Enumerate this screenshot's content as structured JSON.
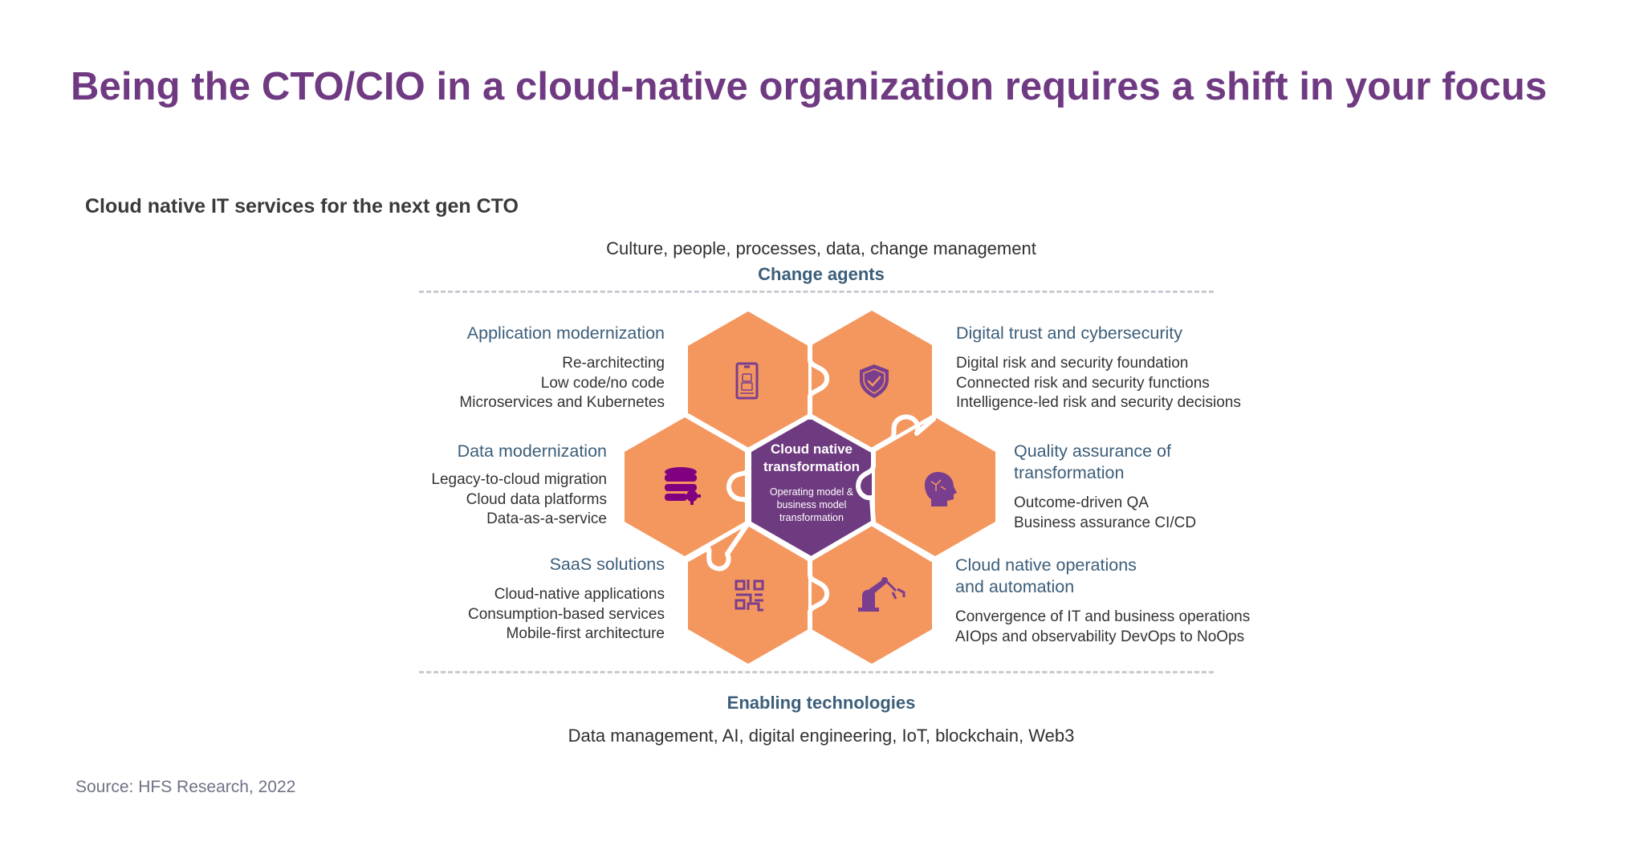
{
  "title": "Being the CTO/CIO in a cloud-native organization requires a shift in your focus",
  "subtitle": "Cloud native IT services for the next gen CTO",
  "top": {
    "description": "Culture, people, processes, data, change management",
    "label": "Change agents"
  },
  "bottom": {
    "label": "Enabling technologies",
    "description": "Data management, AI, digital engineering, IoT, blockchain, Web3"
  },
  "center": {
    "title_line1": "Cloud native",
    "title_line2": "transformation",
    "sub_line1": "Operating model &",
    "sub_line2": "business model",
    "sub_line3": "transformation"
  },
  "segments": [
    {
      "heading": "Application modernization",
      "items": [
        "Re-architecting",
        "Low code/no code",
        "Microservices and Kubernetes"
      ],
      "icon": "mobile-robot-icon"
    },
    {
      "heading": "Digital trust and cybersecurity",
      "items": [
        "Digital risk and security foundation",
        "Connected risk and security functions",
        "Intelligence-led risk and security decisions"
      ],
      "icon": "shield-check-icon"
    },
    {
      "heading": "Data modernization",
      "items": [
        "Legacy-to-cloud migration",
        "Cloud data platforms",
        "Data-as-a-service"
      ],
      "icon": "database-gear-icon"
    },
    {
      "heading_line1": "Quality assurance of",
      "heading_line2": "transformation",
      "items": [
        "Outcome-driven QA",
        "Business assurance CI/CD"
      ],
      "icon": "brain-head-icon"
    },
    {
      "heading": "SaaS solutions",
      "items": [
        "Cloud-native applications",
        "Consumption-based services",
        "Mobile-first architecture"
      ],
      "icon": "qr-code-icon"
    },
    {
      "heading_line1": "Cloud native operations",
      "heading_line2": "and automation",
      "items": [
        "Convergence of IT and business operations",
        "AIOps and observability DevOps to NoOps"
      ],
      "icon": "robot-arm-icon"
    }
  ],
  "source": "Source: HFS Research, 2022",
  "colors": {
    "title": "#6F3A82",
    "heading": "#3C5E7A",
    "hex_orange": "#F4975F",
    "hex_purple": "#6E3A80",
    "icon_purple": "#7A3E8E",
    "dash": "#C9C9D1"
  }
}
